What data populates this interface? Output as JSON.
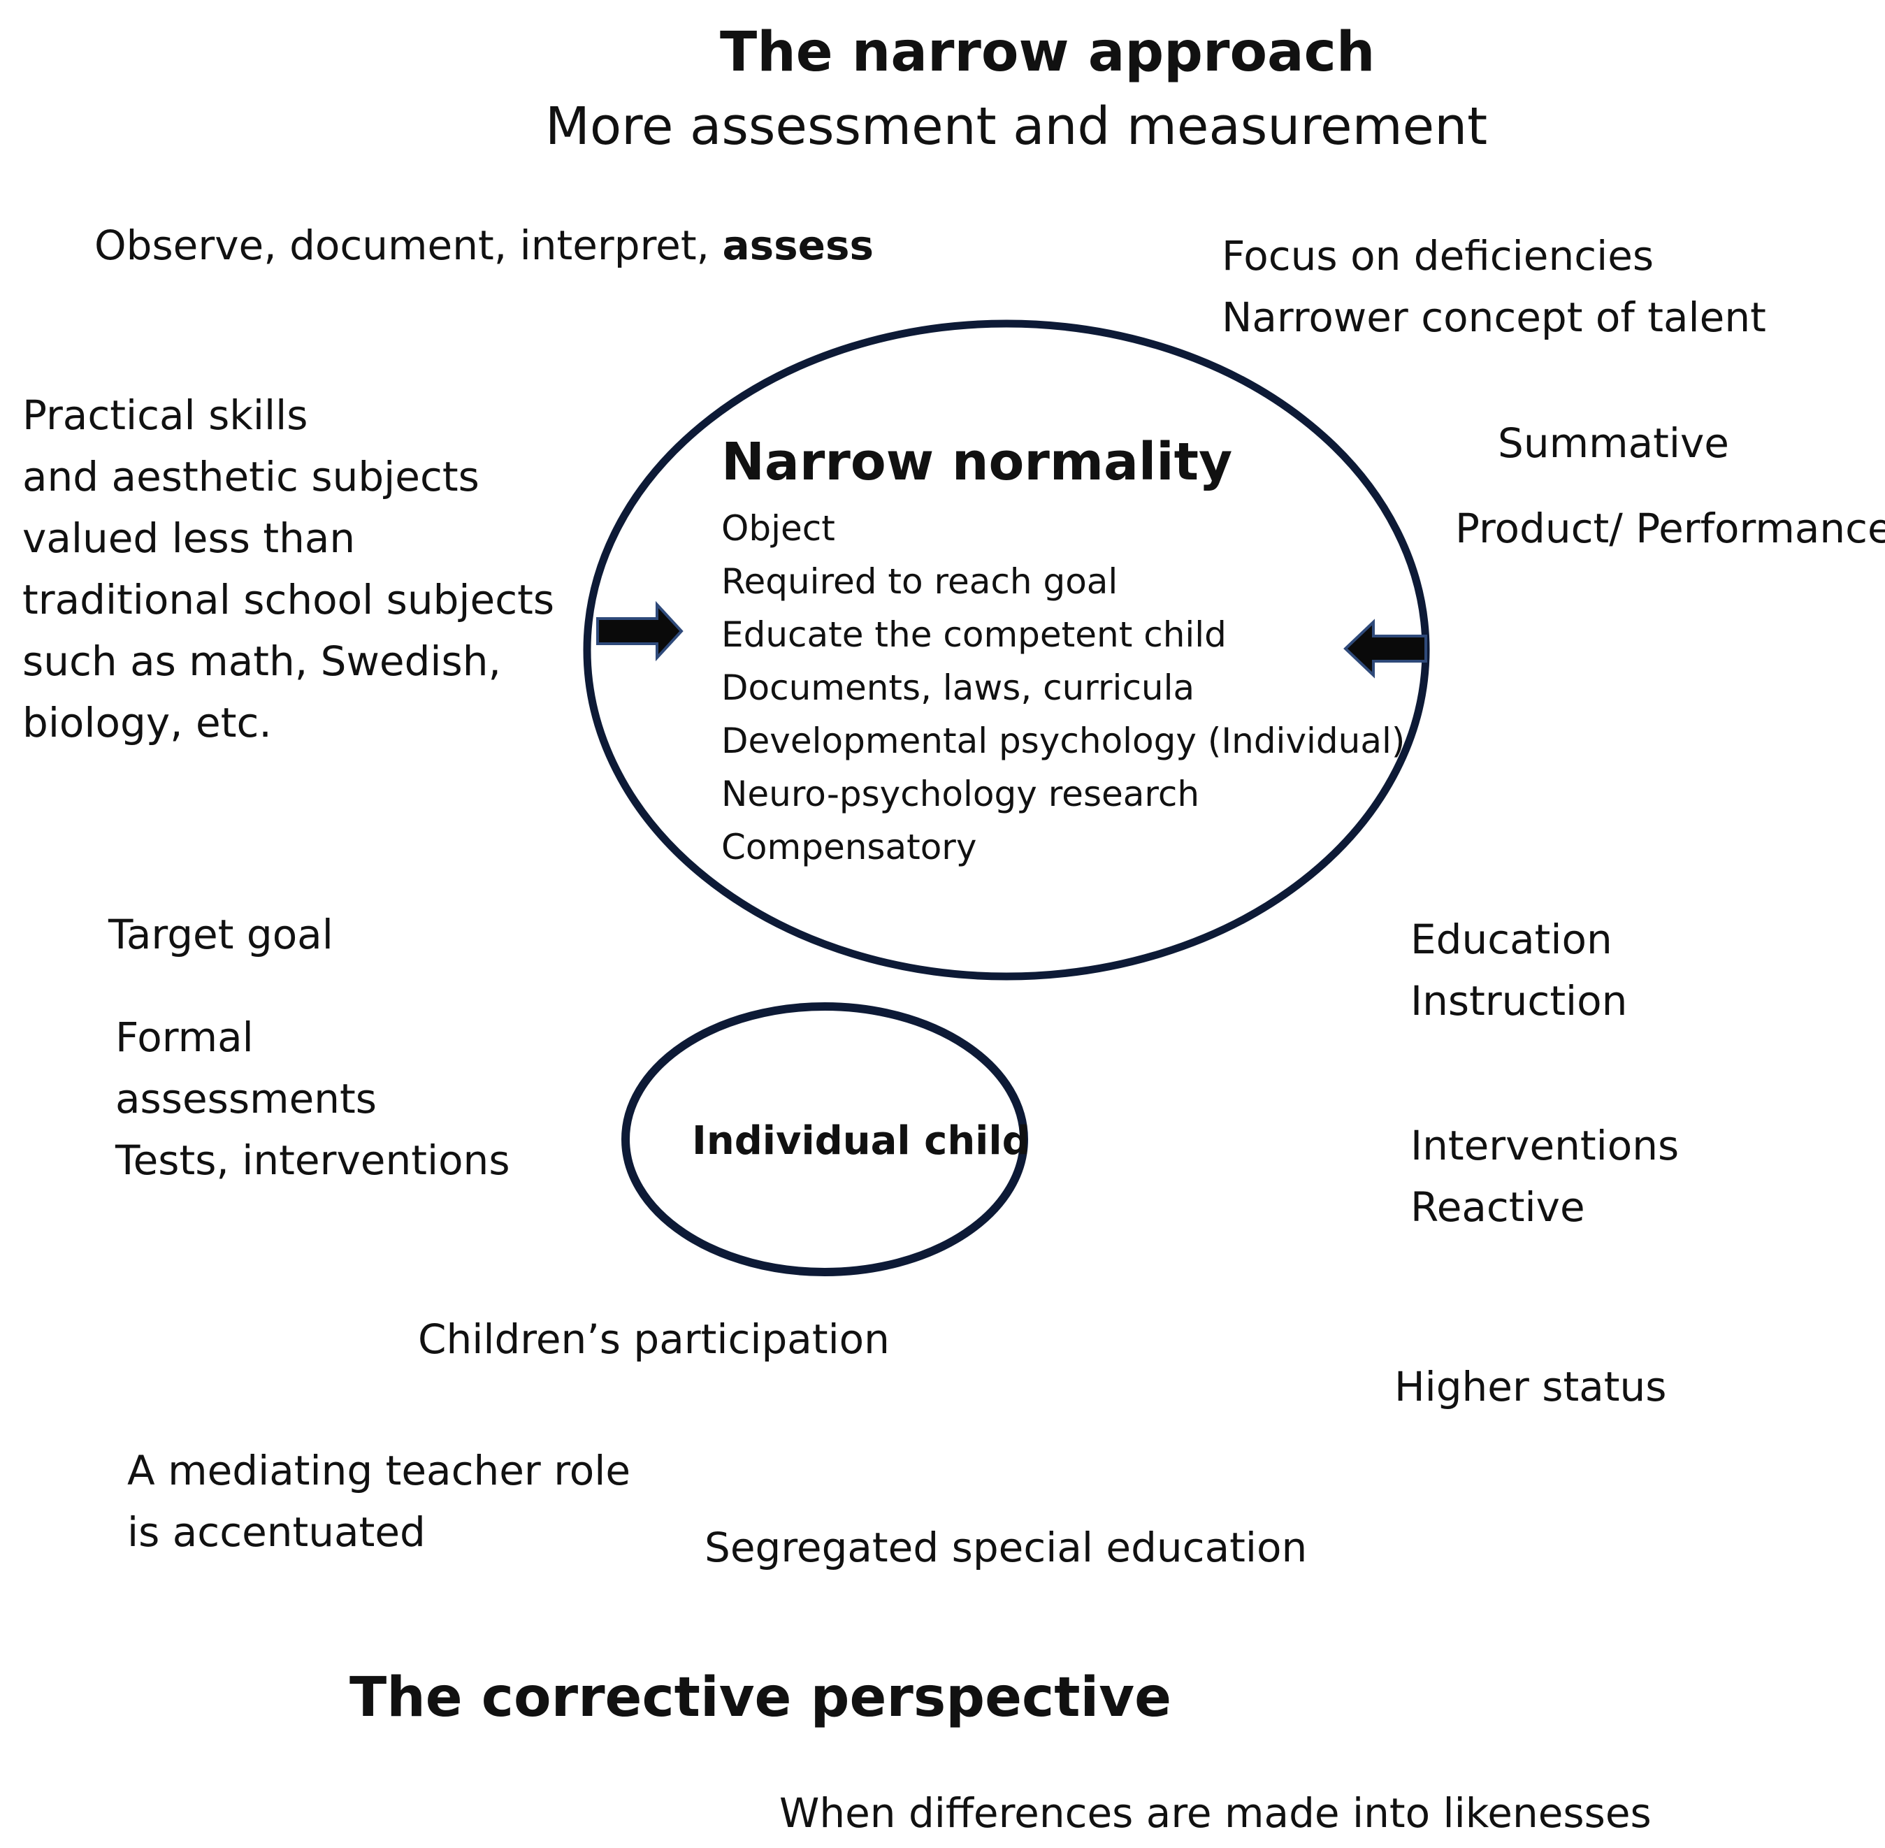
{
  "title": {
    "main": "The narrow approach",
    "subtitle": "More assessment and measurement"
  },
  "top_left": {
    "prefix": "Observe, document, interpret, ",
    "bold": "assess"
  },
  "top_right": {
    "lines": [
      "Focus on deficiencies",
      "Narrower concept of talent"
    ]
  },
  "left_block": {
    "lines": [
      "Practical skills",
      "and aesthetic subjects",
      "valued less than",
      "traditional school subjects",
      "such as math, Swedish,",
      "biology, etc."
    ]
  },
  "right_upper": {
    "summative": "Summative",
    "product": "Product/ Performance"
  },
  "big_circle": {
    "heading": "Narrow normality",
    "items": [
      "Object",
      "Required to reach goal",
      "Educate the competent child",
      "Documents, laws, curricula",
      "Developmental psychology (Individual)",
      "Neuro-psychology research",
      "Compensatory"
    ]
  },
  "small_circle": {
    "label": "Individual child"
  },
  "left_lower": {
    "target": "Target goal",
    "formal_lines": [
      "Formal",
      "assessments",
      "Tests, interventions"
    ]
  },
  "right_lower": {
    "education_lines": [
      "Education",
      "Instruction"
    ],
    "interventions_lines": [
      "Interventions",
      "Reactive"
    ],
    "higher_status": "Higher status"
  },
  "bottom": {
    "participation": "Children’s participation",
    "teacher_lines": [
      "A mediating teacher role",
      "is accentuated"
    ],
    "segregated": "Segregated special education",
    "perspective": "The corrective perspective",
    "likenesses": "When differences are made into likenesses"
  },
  "colors": {
    "circle_stroke": "#0d1a36",
    "arrow_fill": "#0a0a0a",
    "arrow_outline": "#2f4a7a",
    "text": "#111111"
  }
}
